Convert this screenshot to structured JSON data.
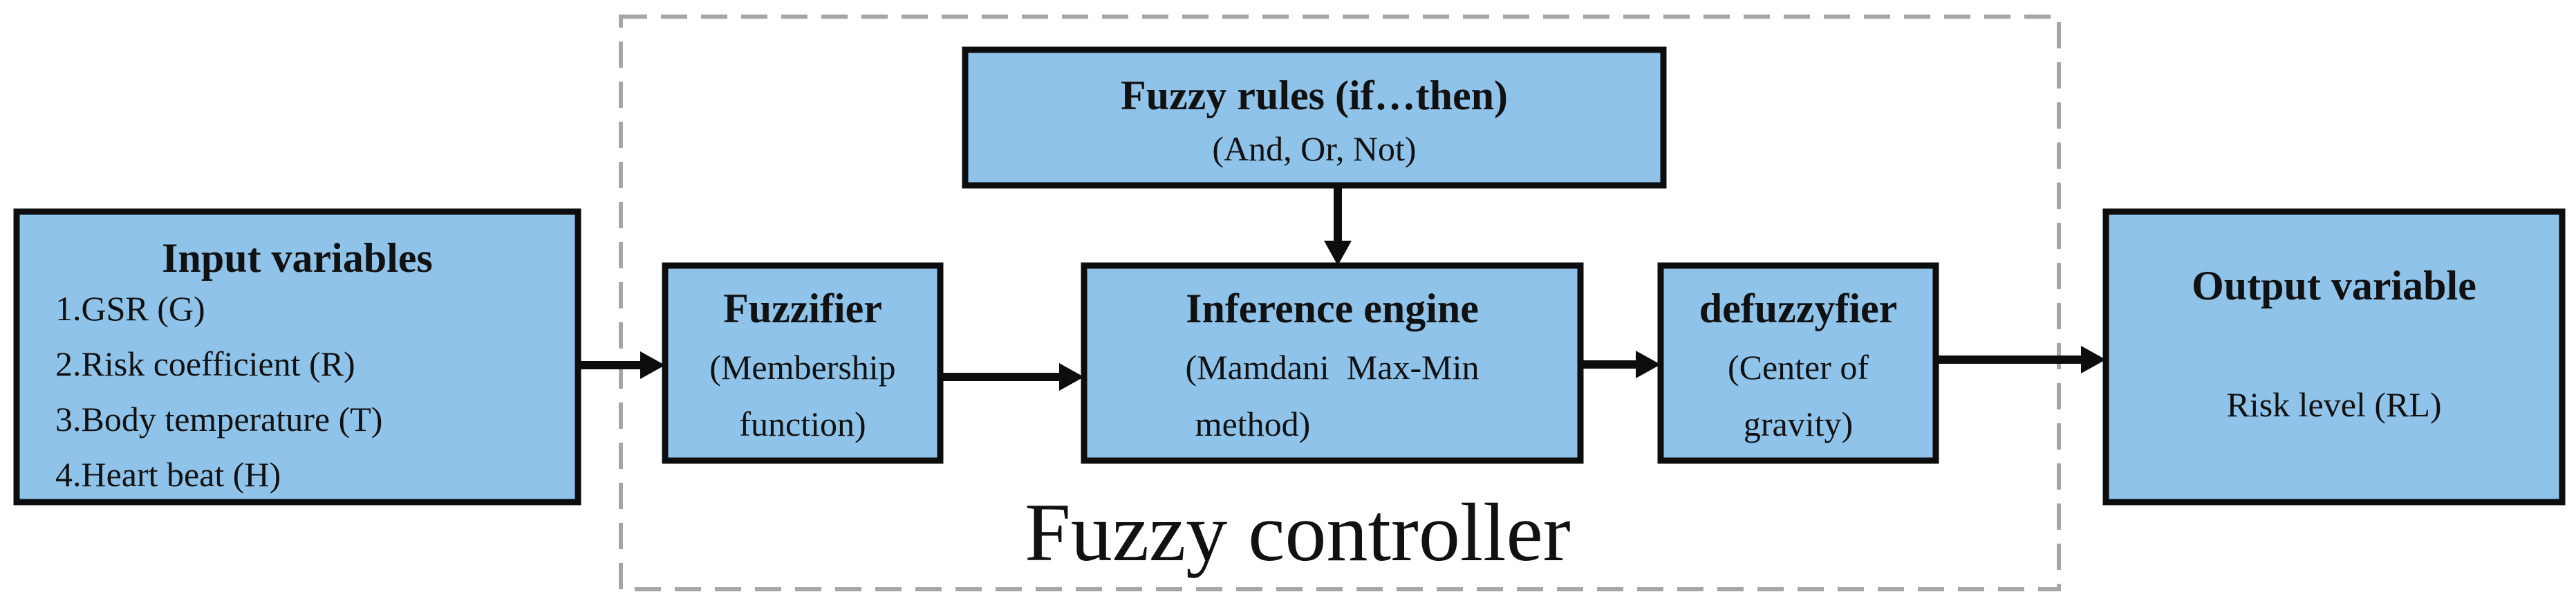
{
  "diagram": {
    "controller_label": "Fuzzy controller",
    "input_box": {
      "title": "Input variables",
      "items": [
        "1.GSR (G)",
        "2.Risk coefficient (R)",
        "3.Body temperature (T)",
        "4.Heart beat (H)"
      ]
    },
    "rules_box": {
      "title": "Fuzzy rules (if…then)",
      "subtitle": "(And, Or, Not)"
    },
    "fuzzifier_box": {
      "title": "Fuzzifier",
      "lines": [
        "(Membership",
        "function)"
      ]
    },
    "inference_box": {
      "title": "Inference engine",
      "lines": [
        "(Mamdani  Max-Min",
        "method)"
      ]
    },
    "defuzzifier_box": {
      "title": "defuzzyfier",
      "lines": [
        "(Center of",
        "gravity)"
      ]
    },
    "output_box": {
      "title": "Output variable",
      "value": "Risk level (RL)"
    },
    "colors": {
      "box_fill": "#8fc3ea",
      "box_border": "#0d0d0d",
      "frame_dash": "#a6a6a6",
      "arrow": "#0d0d0d"
    }
  }
}
